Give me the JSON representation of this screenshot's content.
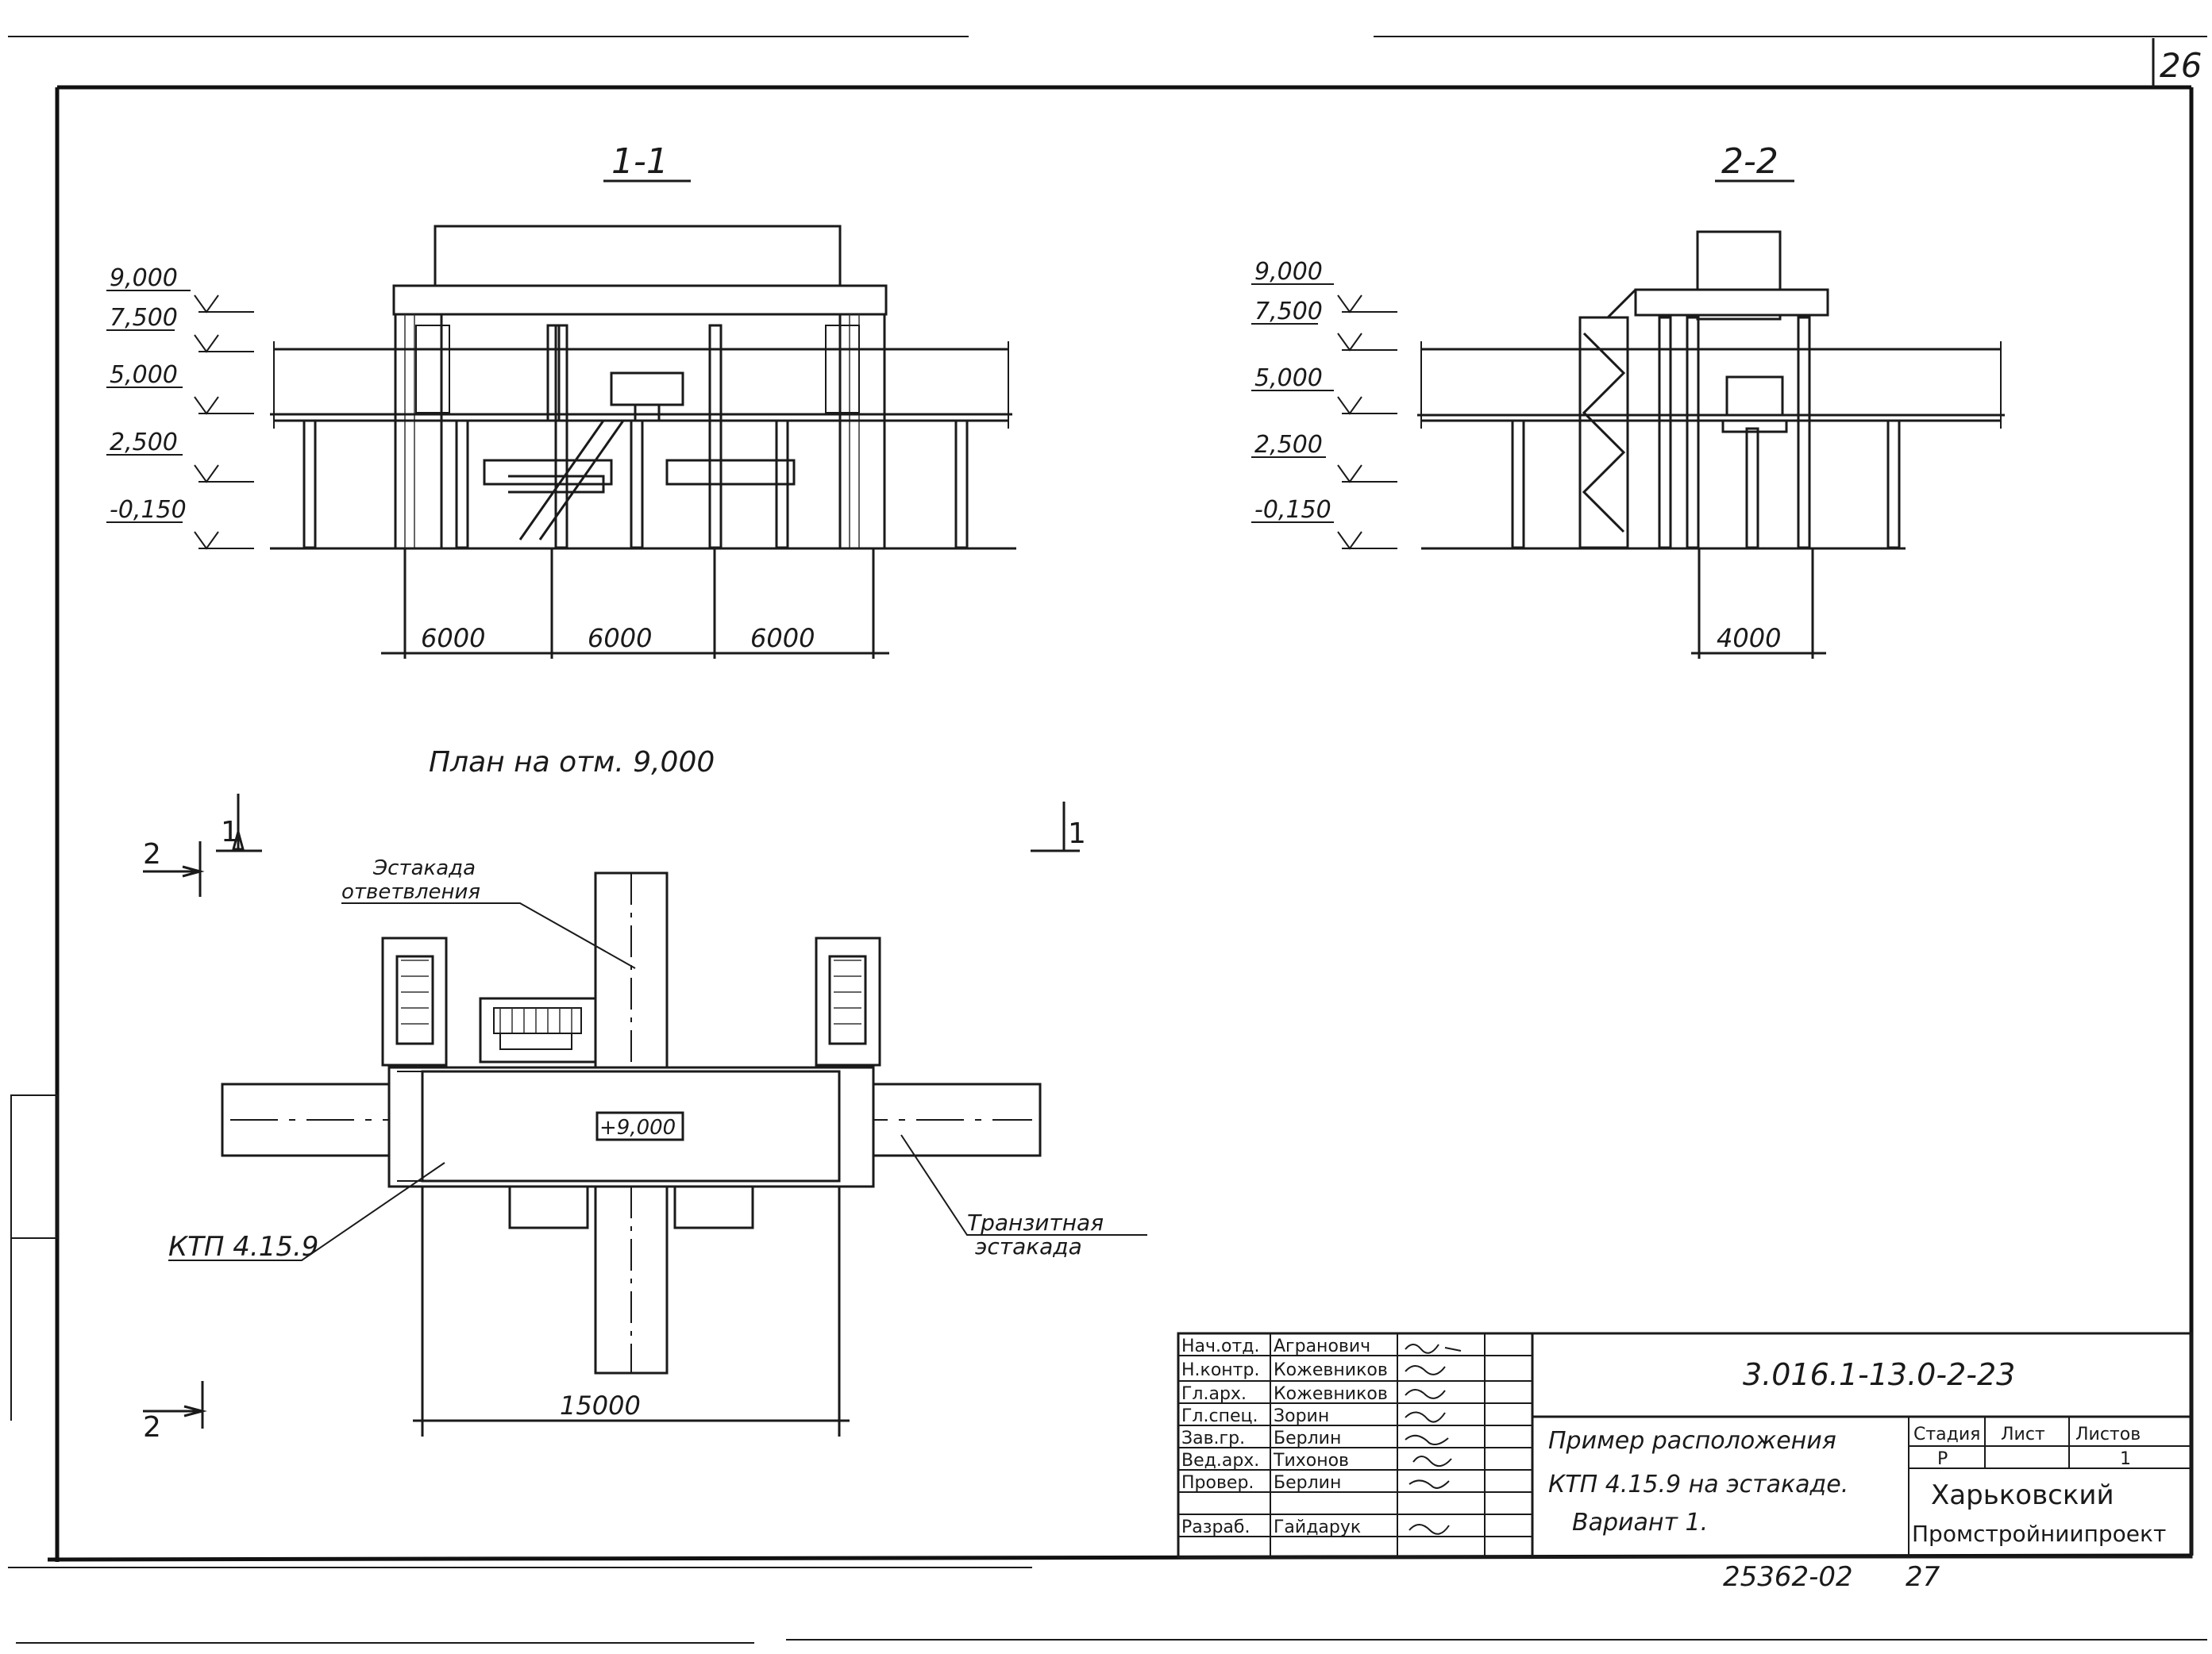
{
  "sheet_number": "26",
  "sections": {
    "s1": {
      "title": "1-1",
      "levels": [
        "9,000",
        "7,500",
        "5,000",
        "2,500",
        "-0,150"
      ],
      "spans": [
        "6000",
        "6000",
        "6000"
      ]
    },
    "s2": {
      "title": "2-2",
      "levels": [
        "9,000",
        "7,500",
        "5,000",
        "2,500",
        "-0,150"
      ],
      "span": "4000"
    }
  },
  "plan": {
    "title": "План на отм. 9,000",
    "cut_marks": [
      "2",
      "1",
      "1",
      "2"
    ],
    "level_label": "+9,000",
    "branch_label_1": "Эстакада",
    "branch_label_2": "ответвления",
    "ktp_label": "КТП 4.15.9",
    "transit_label_1": "Транзитная",
    "transit_label_2": "эстакада",
    "dimension": "15000"
  },
  "title_block": {
    "roles": [
      "Нач.отд.",
      "Н.контр.",
      "Гл.арх.",
      "Гл.спец.",
      "Зав.гр.",
      "Вед.арх.",
      "Провер.",
      "Разраб."
    ],
    "names": [
      "Агранович",
      "Кожевников",
      "Кожевников",
      "Зорин",
      "Берлин",
      "Тихонов",
      "Берлин",
      "Гайдарук"
    ],
    "code": "3.016.1-13.0-2-23",
    "description_1": "Пример расположения",
    "description_2": "КТП 4.15.9 на эстакаде.",
    "description_3": "Вариант 1.",
    "stage_header": "Стадия",
    "sheet_header": "Лист",
    "sheets_header": "Листов",
    "stage_value": "Р",
    "sheets_value": "1",
    "org_1": "Харьковский",
    "org_2": "Промстройниипроект",
    "bottom_code": "25362-02",
    "bottom_num": "27"
  }
}
